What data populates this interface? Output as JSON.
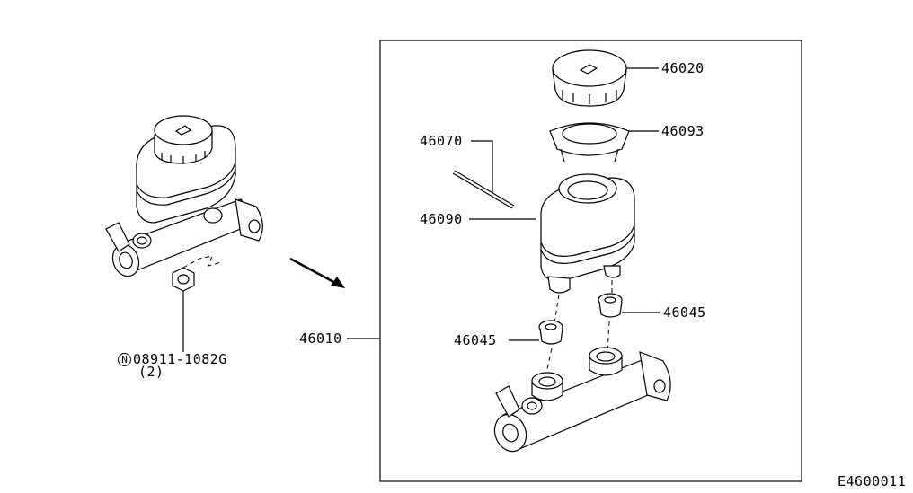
{
  "diagram": {
    "labels": {
      "cap": "46020",
      "strainer": "46093",
      "pin": "46070",
      "reservoir": "46090",
      "grommet_right": "46045",
      "grommet_left": "46045",
      "master_cylinder": "46010",
      "nut_part": "08911-1082G",
      "nut_qty": "(2)",
      "nut_symbol": "N",
      "figure_code": "E4600011"
    }
  }
}
